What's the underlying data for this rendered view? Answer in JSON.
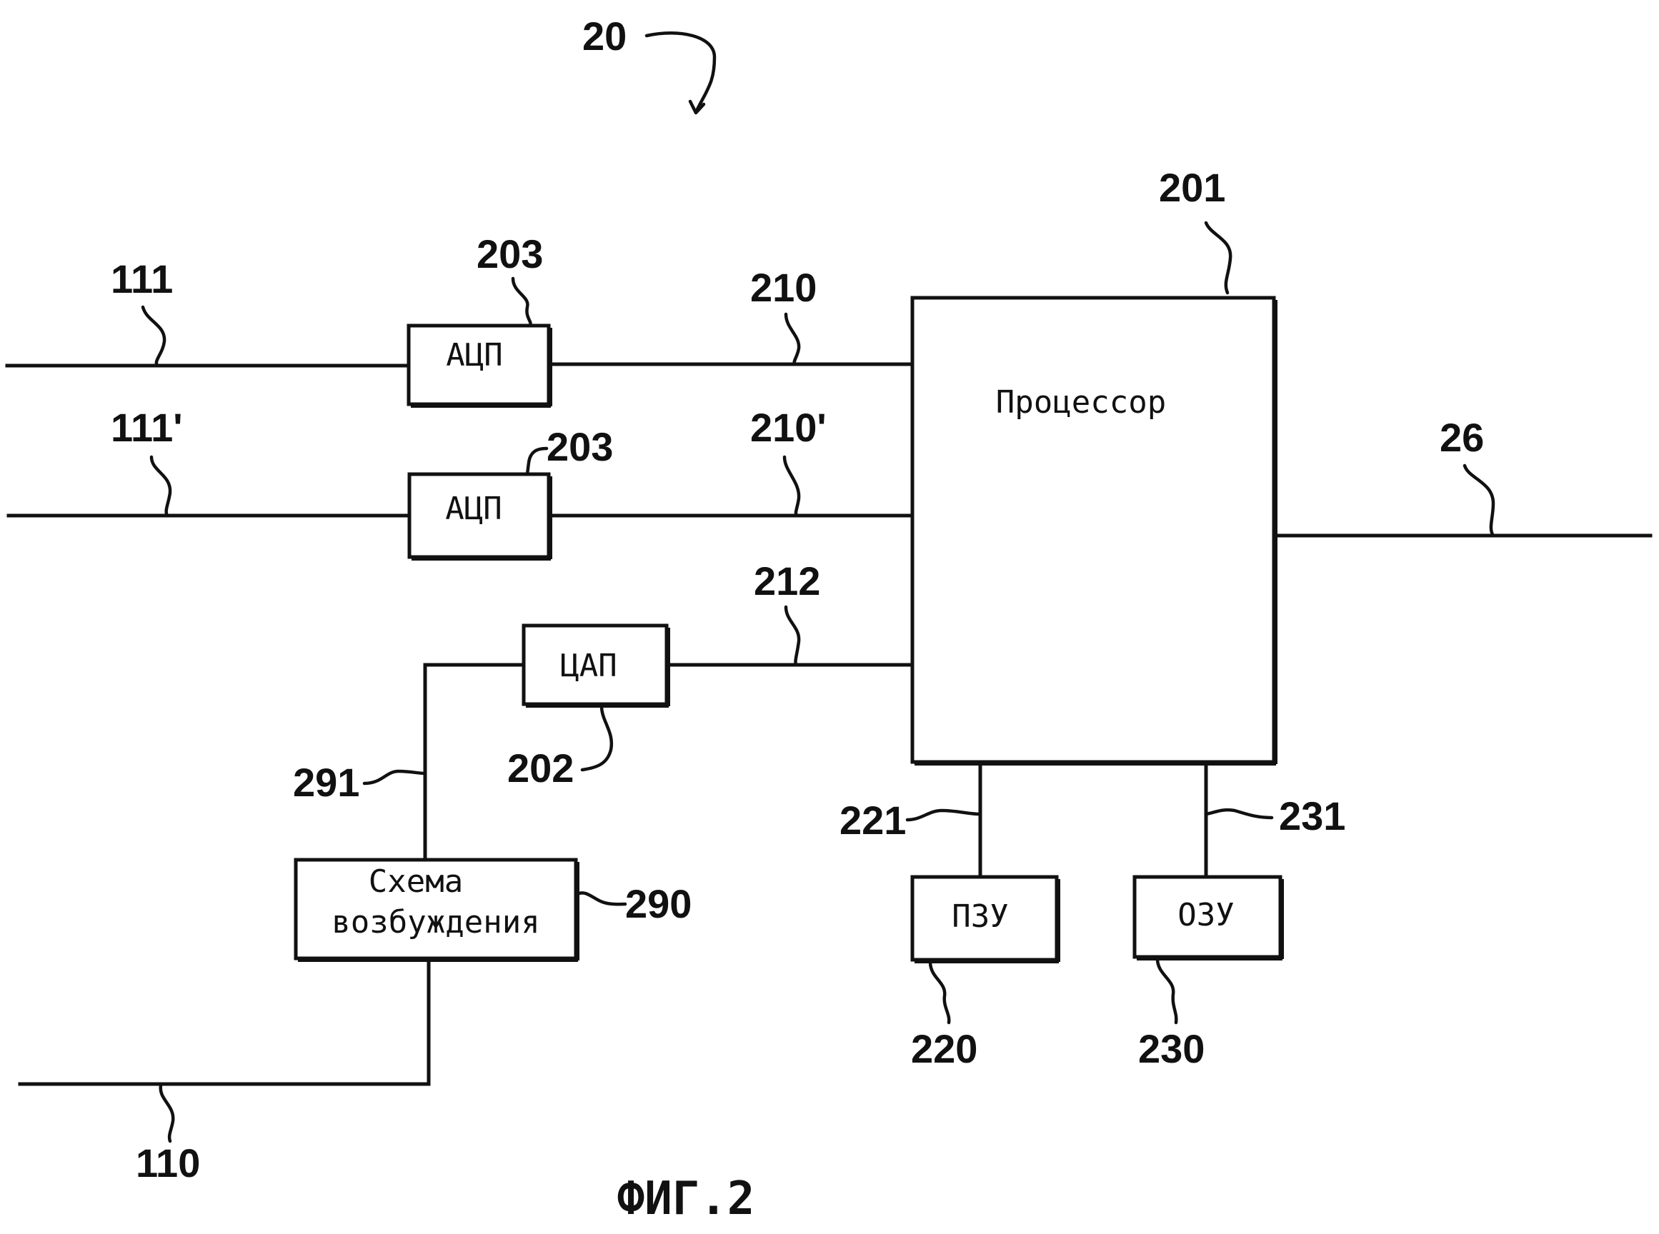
{
  "diagram": {
    "figure_number": "20",
    "caption": "ФИГ.2",
    "blocks": {
      "processor": {
        "label": "Процессор",
        "ref": "201"
      },
      "adc_1": {
        "label": "АЦП",
        "ref": "203"
      },
      "adc_2": {
        "label": "АЦП",
        "ref": "203"
      },
      "dac": {
        "label": "ЦАП",
        "ref": "202"
      },
      "drive": {
        "label_line1": "Схема",
        "label_line2": "возбуждения",
        "ref": "290"
      },
      "rom": {
        "label": "ПЗУ",
        "ref": "220"
      },
      "ram": {
        "label": "ОЗУ",
        "ref": "230"
      }
    },
    "lines": {
      "input_1": "111",
      "input_2": "111'",
      "adc_out_1": "210",
      "adc_out_2": "210'",
      "dac_in": "212",
      "drive_in": "291",
      "drive_out": "110",
      "rom_bus": "221",
      "ram_bus": "231",
      "output": "26"
    }
  }
}
